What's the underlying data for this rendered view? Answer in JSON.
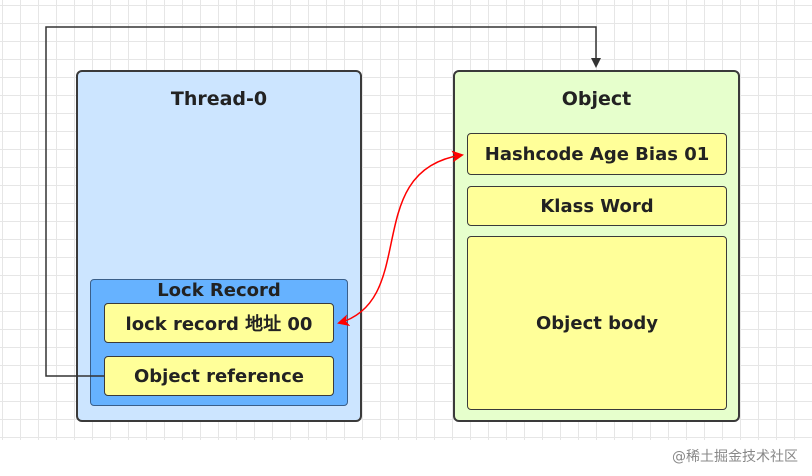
{
  "thread": {
    "title": "Thread-0",
    "lock_record": {
      "title": "Lock Record",
      "lock_field": "lock  record 地址 00",
      "object_reference": "Object reference"
    }
  },
  "object": {
    "title": "Object",
    "mark_word": "Hashcode Age Bias 01",
    "klass_word": "Klass Word",
    "body": "Object body"
  },
  "watermark": "@稀土掘金技术社区",
  "colors": {
    "thread_fill": "#cce5ff",
    "lock_record_fill": "#66b2ff",
    "object_fill": "#e6ffcc",
    "field_fill": "#ffff99",
    "swap_arrow": "#ff0000",
    "reference_arrow": "#333333"
  }
}
